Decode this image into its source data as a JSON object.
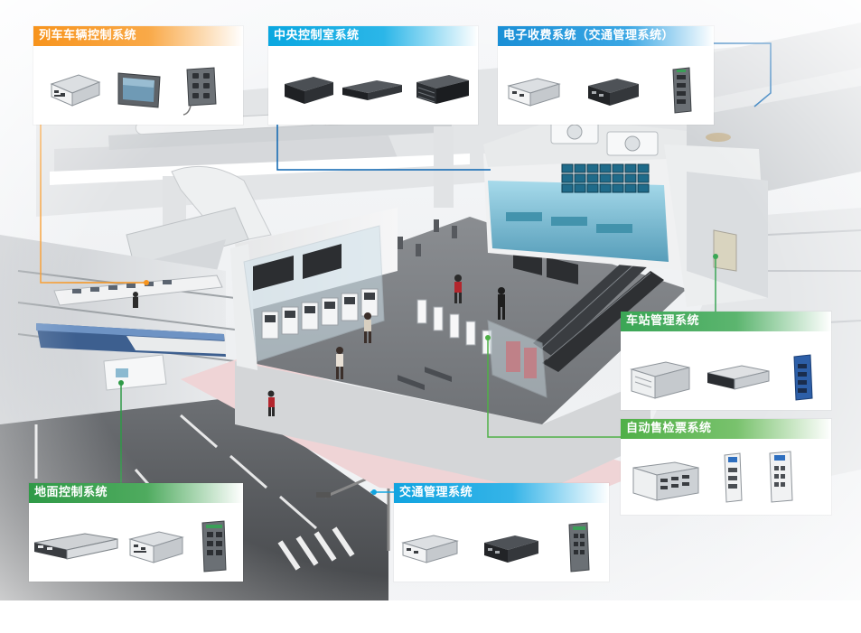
{
  "systems": {
    "train_control": {
      "label": "列车车辆控制系统",
      "color": "#f7941d"
    },
    "central_control": {
      "label": "中央控制室系统",
      "color": "#0aa7e0"
    },
    "electronic_fare": {
      "label": "电子收费系统（交通管理系统）",
      "color": "#1a8fd6"
    },
    "station_management": {
      "label": "车站管理系统",
      "color": "#3aa655"
    },
    "ticket_vending": {
      "label": "自动售检票系统",
      "color": "#4fb047"
    },
    "ground_control": {
      "label": "地面控制系统",
      "color": "#2f9a47"
    },
    "traffic_management": {
      "label": "交通管理系统",
      "color": "#11a4e0"
    }
  },
  "icons": {
    "devices": [
      "embedded-computer-icon",
      "panel-pc-icon",
      "industrial-switch-icon",
      "rackmount-server-icon",
      "industrial-chassis-icon"
    ]
  }
}
